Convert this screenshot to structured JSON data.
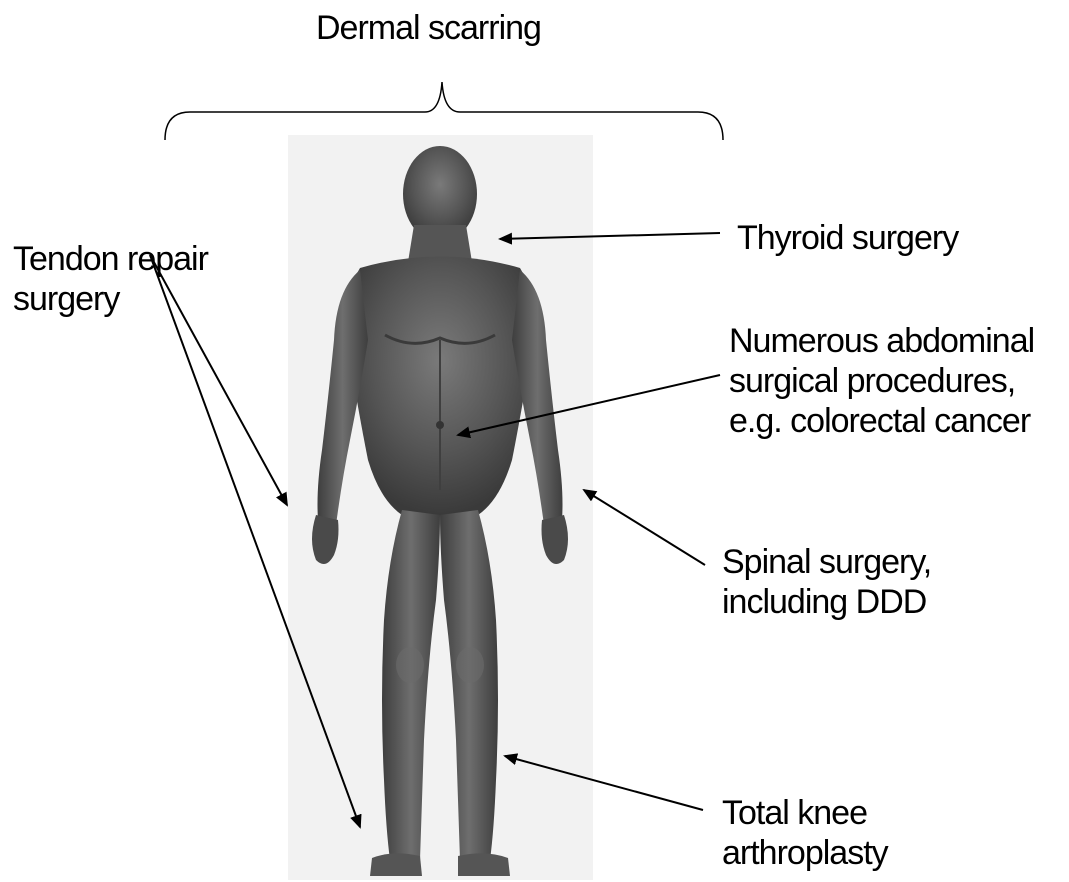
{
  "labels": {
    "dermal": "Dermal scarring",
    "tendon": [
      "Tendon repair",
      "surgery"
    ],
    "thyroid": "Thyroid surgery",
    "abdominal": [
      "Numerous abdominal",
      "surgical procedures,",
      "e.g. colorectal cancer"
    ],
    "spinal": [
      "Spinal surgery,",
      "including DDD"
    ],
    "knee": [
      "Total knee",
      "arthroplasty"
    ]
  },
  "colors": {
    "figure_background": "#f2f2f2",
    "body": "#5a5a5a",
    "body_shadow": "#3c3c3c",
    "body_highlight": "#8a8a8a",
    "annotation": "#000000"
  },
  "figure": {
    "image_name": "human-anatomy-figure"
  }
}
